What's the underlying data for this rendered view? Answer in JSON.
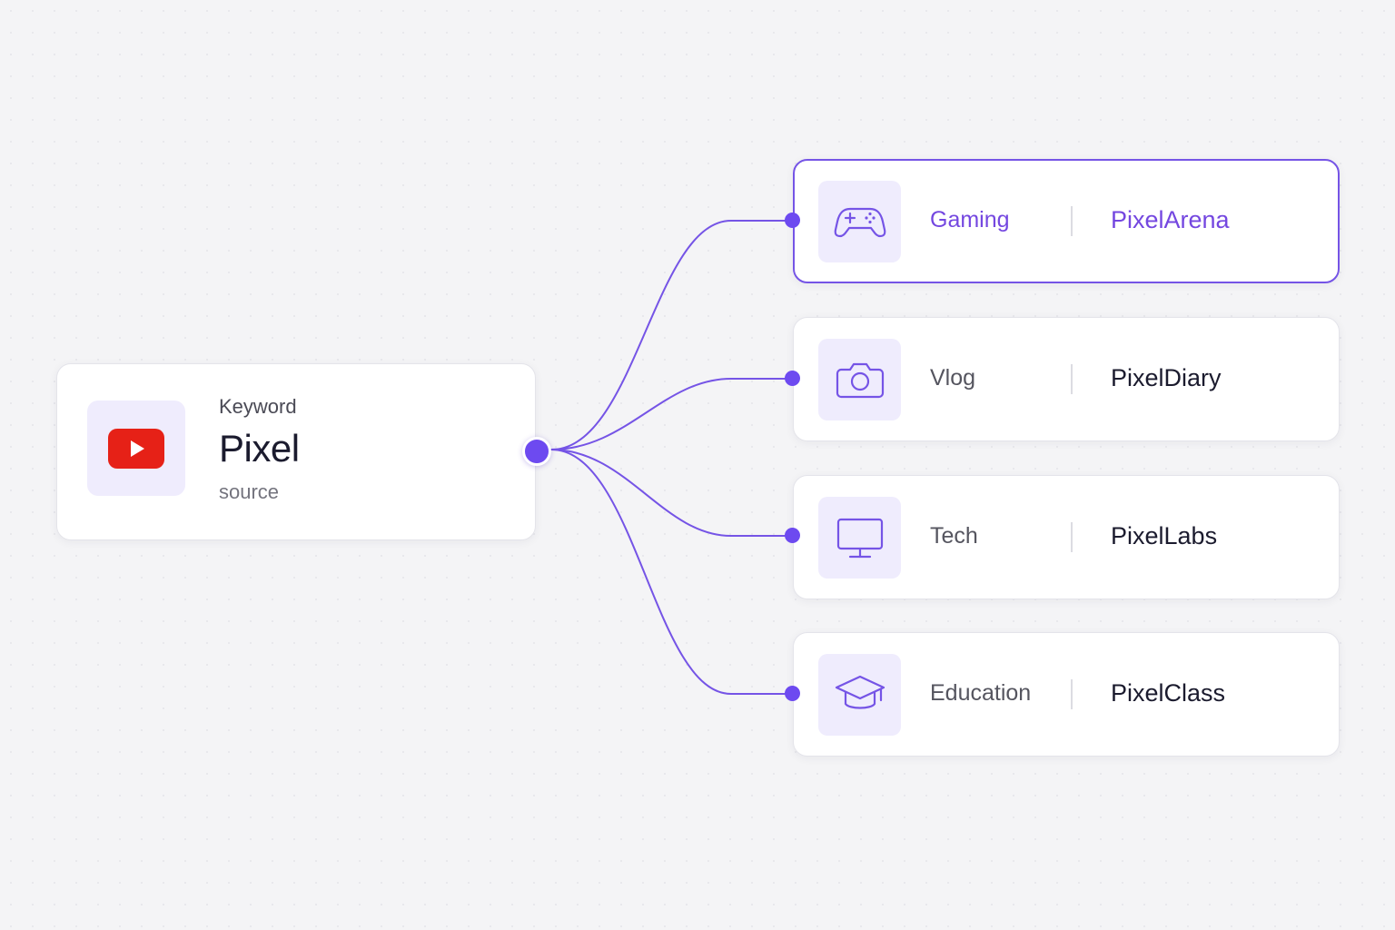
{
  "source": {
    "label": "Keyword",
    "title": "Pixel",
    "subtitle": "source",
    "icon": "youtube-icon",
    "icon_color": "#e62117"
  },
  "accent_color": "#6d4af0",
  "outputs": [
    {
      "category": "Gaming",
      "name": "PixelArena",
      "icon": "gamepad-icon",
      "selected": true
    },
    {
      "category": "Vlog",
      "name": "PixelDiary",
      "icon": "camera-icon",
      "selected": false
    },
    {
      "category": "Tech",
      "name": "PixelLabs",
      "icon": "monitor-icon",
      "selected": false
    },
    {
      "category": "Education",
      "name": "PixelClass",
      "icon": "graduation-cap-icon",
      "selected": false
    }
  ]
}
